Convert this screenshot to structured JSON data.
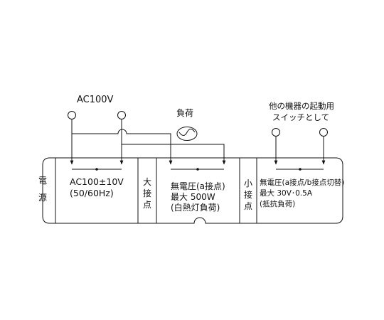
{
  "source": {
    "label": "AC100V"
  },
  "load": {
    "label": "負荷"
  },
  "other_equipment": {
    "line1": "他の機器の起動用",
    "line2": "スイッチとして"
  },
  "terminals": {
    "power": {
      "label_chars": [
        "電",
        "源"
      ],
      "line1": "AC100±10V",
      "line2": "(50/60Hz)"
    },
    "large_contact": {
      "label_chars": [
        "大",
        "接",
        "点"
      ],
      "line1": "無電圧(a接点)",
      "line2": "最大 500W",
      "line3": "(白熱灯負荷)"
    },
    "small_contact": {
      "label_chars": [
        "小",
        "接",
        "点"
      ],
      "line1": "無電圧(a接点/b接点切替)",
      "line2": "最大 30V･0.5A",
      "line3": "(抵抗負荷)"
    }
  }
}
